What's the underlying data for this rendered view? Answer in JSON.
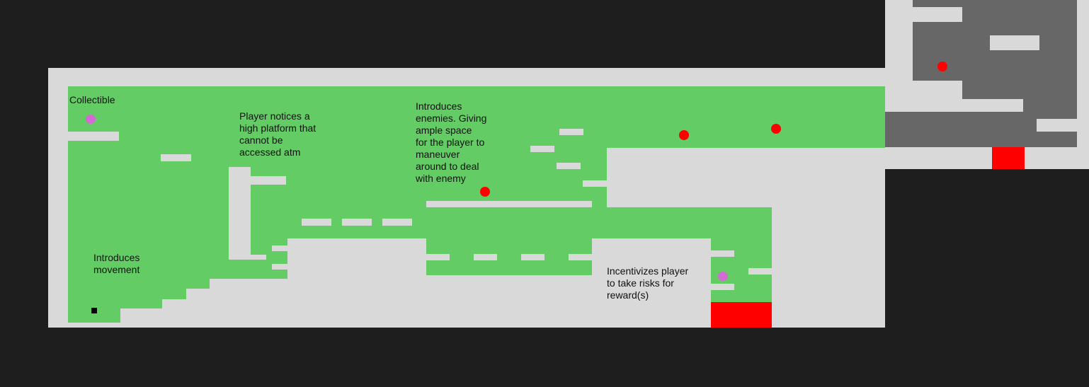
{
  "colors": {
    "background": "#1e1e1e",
    "wall": "#d9d9d9",
    "play_area": "#64cc64",
    "secret_area": "#676767",
    "hazard": "#ff0000",
    "enemy": "#ff0000",
    "collectible": "#d46ad4",
    "player": "#000000"
  },
  "annotations": {
    "collectible": "Collectible",
    "movement": "Introduces\nmovement",
    "high_platform": "Player notices a\nhigh platform that\ncannot be\naccessed atm",
    "enemies": "Introduces\nenemies. Giving\nample space\nfor the player to\nmaneuver\naround to deal\nwith enemy",
    "risk_reward": "Incentivizes player\nto take risks for\nreward(s)"
  }
}
